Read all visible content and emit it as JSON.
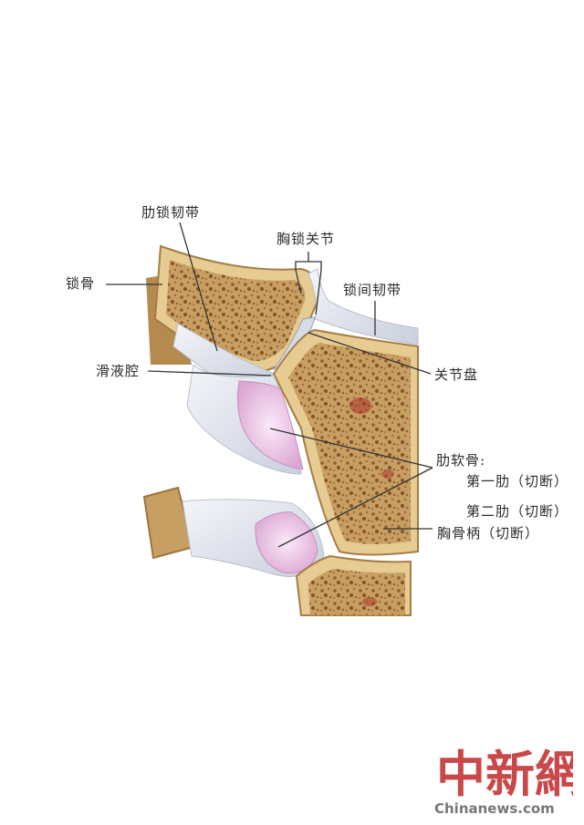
{
  "labels": {
    "costoclavicular_ligament": "肋锁韧带",
    "sternoclavicular_joint": "胸锁关节",
    "clavicle": "锁骨",
    "interclavicular_ligament": "锁间韧带",
    "synovial_cavity": "滑液腔",
    "articular_disc": "关节盘",
    "costal_cartilage_title": "肋软骨:",
    "first_rib_cut": "第一肋（切断）",
    "second_rib_cut": "第二肋（切断）",
    "manubrium_cut": "胸骨柄（切断）"
  },
  "watermark": {
    "logo_text": "中新網",
    "url": "Chinanews.com"
  },
  "colors": {
    "bone": "#c9a469",
    "bone_marrow": "#8a5a2e",
    "cortex": "#e9d29a",
    "cartilage": "#ecc6e6",
    "capsule": "#dfe3ee",
    "leader_line": "#333333",
    "watermark_red": "#c0292a"
  }
}
